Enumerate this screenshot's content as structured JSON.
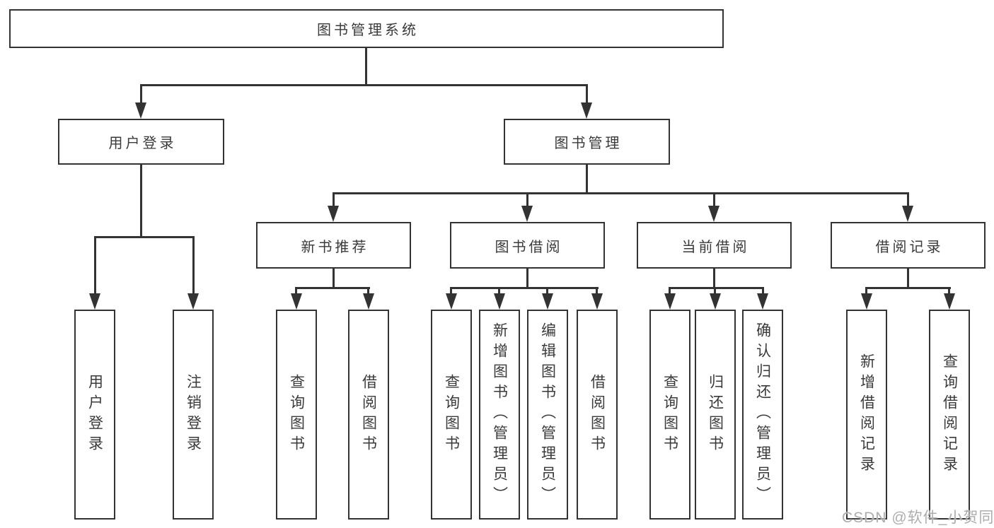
{
  "diagram": {
    "root": {
      "label": "图书管理系统"
    },
    "modules": [
      {
        "label": "用户登录",
        "features": [
          {
            "label": "用户登录"
          },
          {
            "label": "注销登录"
          }
        ]
      },
      {
        "label": "图书管理",
        "sections": [
          {
            "label": "新书推荐",
            "features": [
              {
                "label": "查询图书"
              },
              {
                "label": "借阅图书"
              }
            ]
          },
          {
            "label": "图书借阅",
            "features": [
              {
                "label": "查询图书"
              },
              {
                "label": "新增图书（管理员）"
              },
              {
                "label": "编辑图书（管理员）"
              },
              {
                "label": "借阅图书"
              }
            ]
          },
          {
            "label": "当前借阅",
            "features": [
              {
                "label": "查询图书"
              },
              {
                "label": "归还图书"
              },
              {
                "label": "确认归还（管理员）"
              }
            ]
          },
          {
            "label": "借阅记录",
            "features": [
              {
                "label": "新增借阅记录"
              },
              {
                "label": "查询借阅记录"
              }
            ]
          }
        ]
      }
    ]
  },
  "watermark": {
    "text": "CSDN @软件_小贺同学"
  },
  "colors": {
    "line": "#333333",
    "text": "#3a3a3a",
    "watermark": "#adadad",
    "background": "#ffffff"
  }
}
